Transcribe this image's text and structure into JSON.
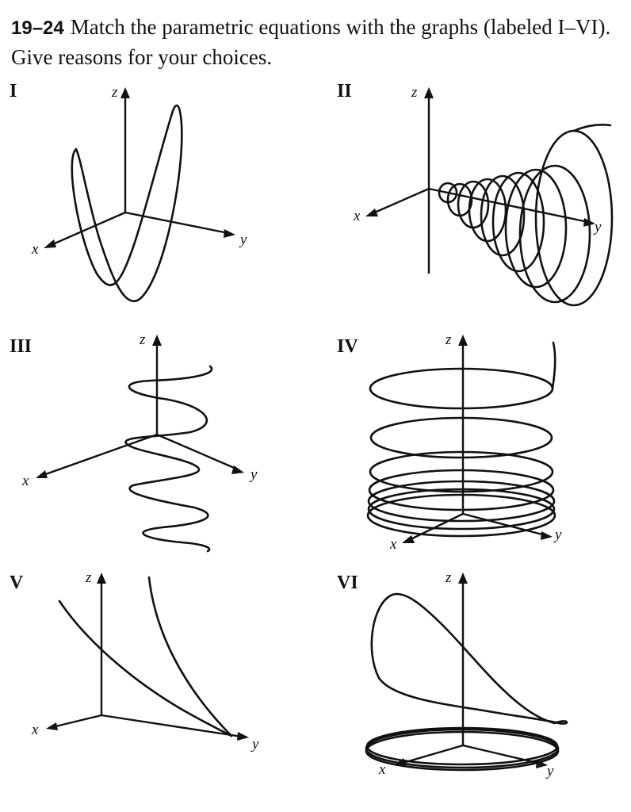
{
  "problem": {
    "number": "19–24",
    "text": "Match the parametric equations with the graphs (labeled I–VI). Give reasons for your choices."
  },
  "panels": [
    {
      "label": "I",
      "axes": {
        "x": "x",
        "y": "y",
        "z": "z"
      }
    },
    {
      "label": "II",
      "axes": {
        "x": "x",
        "y": "y",
        "z": "z"
      }
    },
    {
      "label": "III",
      "axes": {
        "x": "x",
        "y": "y",
        "z": "z"
      }
    },
    {
      "label": "IV",
      "axes": {
        "x": "x",
        "y": "y",
        "z": "z"
      }
    },
    {
      "label": "V",
      "axes": {
        "x": "x",
        "y": "y",
        "z": "z"
      }
    },
    {
      "label": "VI",
      "axes": {
        "x": "x",
        "y": "y",
        "z": "z"
      }
    }
  ]
}
